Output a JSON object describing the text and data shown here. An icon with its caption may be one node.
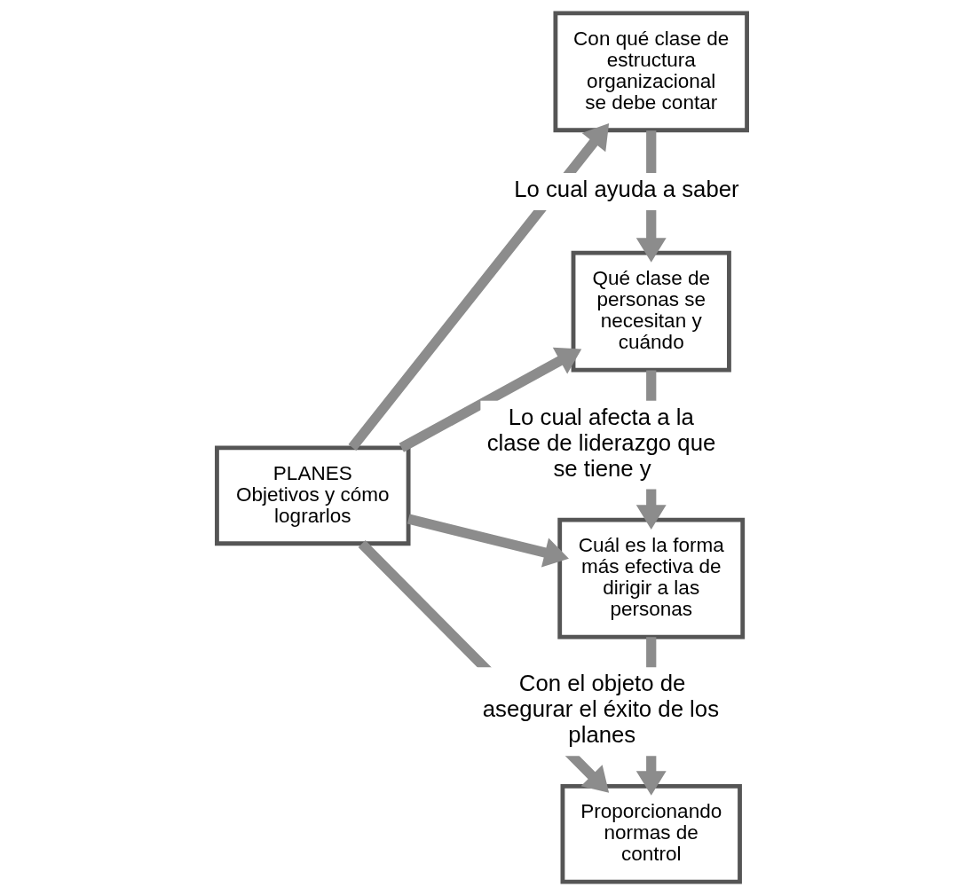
{
  "diagram": {
    "nodes": [
      {
        "text": [
          "PLANES",
          "Objetivos y cómo lograrlos"
        ]
      },
      {
        "text": [
          "Con qué clase de estructura organizacional se debe contar"
        ]
      },
      {
        "text": [
          "Qué clase de personas se necesitan y cuándo"
        ]
      },
      {
        "text": [
          "Cuál es la forma más efectiva de dirigir a las personas"
        ]
      },
      {
        "text": [
          "Proporcionando normas de control"
        ]
      }
    ],
    "edges": [
      {
        "from": 0,
        "to": 1,
        "arrow": "to"
      },
      {
        "from": 0,
        "to": 2,
        "arrow": "to"
      },
      {
        "from": 0,
        "to": 3,
        "arrow": "to"
      },
      {
        "from": 0,
        "to": 4,
        "arrow": "to"
      },
      {
        "from": 1,
        "to": 2,
        "arrow": "to",
        "label": "Lo cual ayuda a saber"
      },
      {
        "from": 2,
        "to": 3,
        "arrow": "to",
        "label": "Lo cual afecta a la clase de liderazgo que se tiene y"
      },
      {
        "from": 3,
        "to": 4,
        "arrow": "to",
        "label": "Con el objeto de asegurar el éxito de los planes"
      }
    ]
  }
}
